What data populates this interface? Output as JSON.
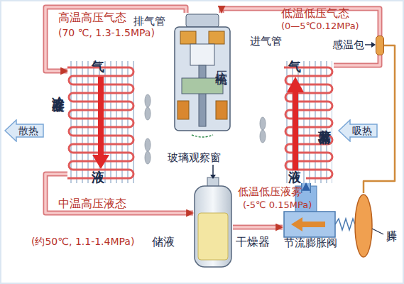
{
  "diagram": {
    "nodes": [
      {
        "text": [
          "冷凝器",
          "气",
          "液"
        ]
      },
      {
        "text": [
          "压缩机"
        ]
      },
      {
        "text": [
          "感温包"
        ]
      },
      {
        "text": [
          "蒸发器",
          "气",
          "液"
        ]
      },
      {
        "text": [
          "散热"
        ]
      },
      {
        "text": [
          "吸热"
        ]
      },
      {
        "text": [
          "储液",
          "干燥器"
        ]
      },
      {
        "text": [
          "节流膨胀阀"
        ]
      }
    ],
    "edges": [
      {
        "from": 1,
        "to": 0,
        "arrow": "to"
      },
      {
        "from": 0,
        "to": 6,
        "arrow": "to"
      },
      {
        "from": 6,
        "to": 7,
        "arrow": "to"
      },
      {
        "from": 7,
        "to": 3,
        "arrow": "to"
      },
      {
        "from": 3,
        "to": 1,
        "arrow": "to"
      },
      {
        "from": 2,
        "to": 7,
        "arrow": "none"
      }
    ],
    "labels": [
      "排气管",
      "进气管",
      "高温高压气态",
      "(70 ℃, 1.3-1.5MPa)",
      "低温低压气态",
      "(0—5℃0.12MPa)",
      "玻璃观察窗",
      "低温低压液雾",
      "(-5℃ 0.15MPa)",
      "中温高压液态",
      "(约50℃, 1.1-1.4MPa)",
      "膜片"
    ]
  }
}
